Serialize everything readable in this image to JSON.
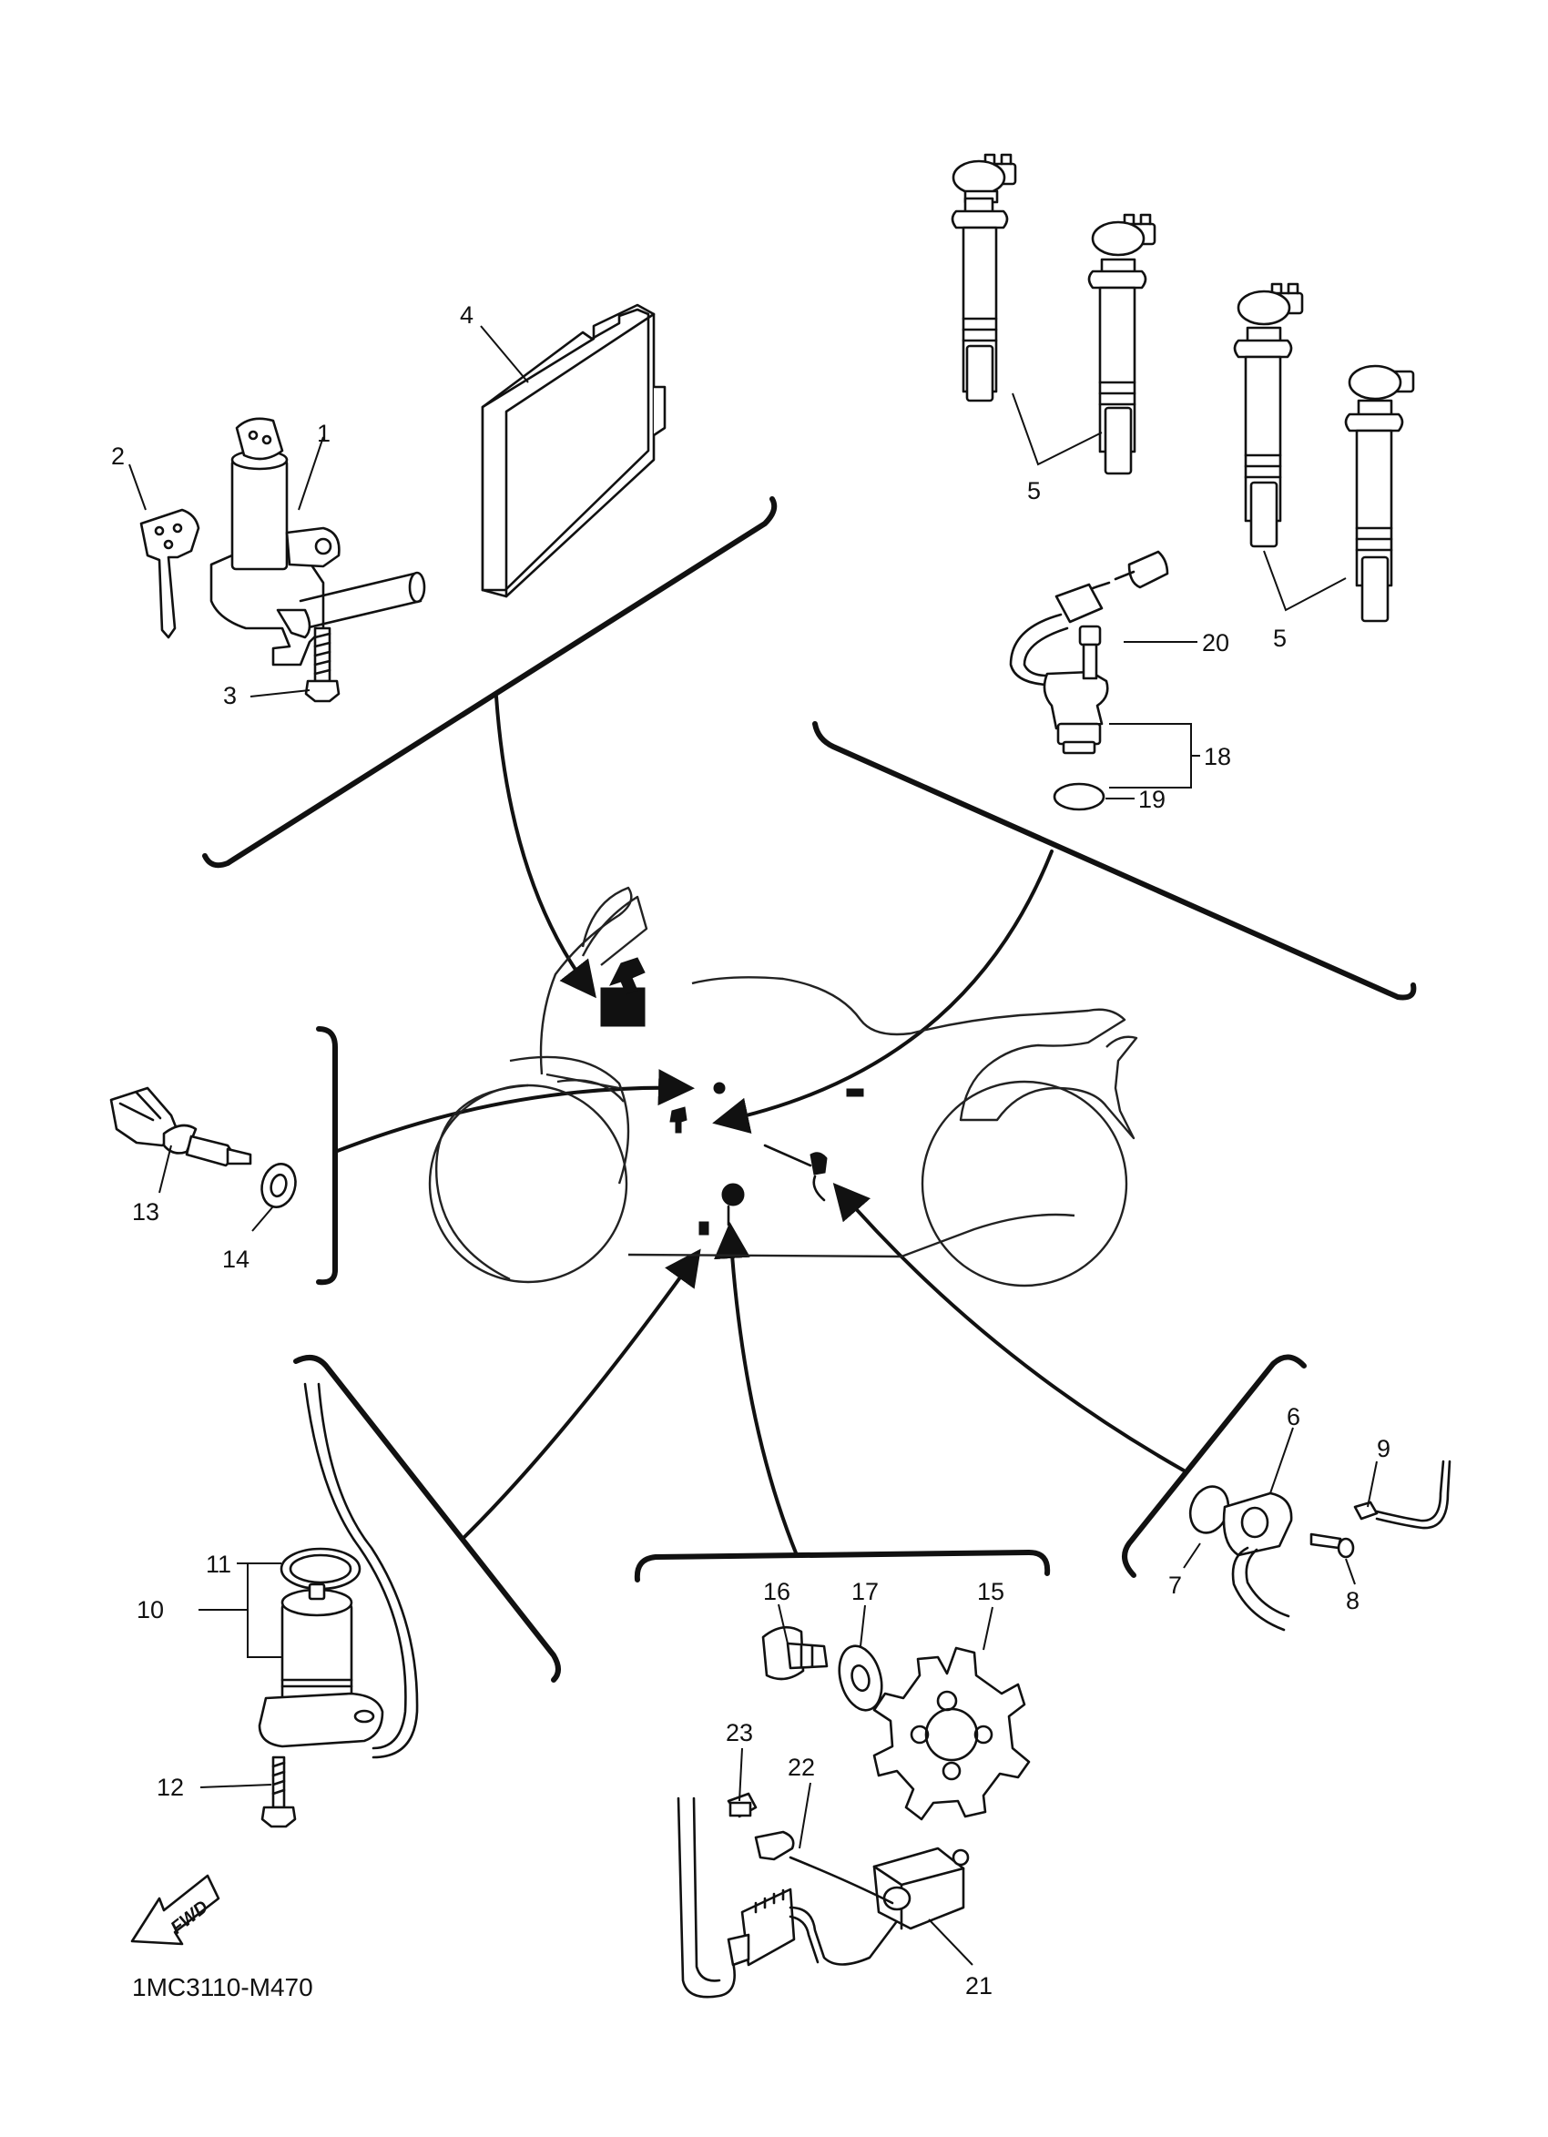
{
  "diagram_code": "1MC3110-M470",
  "fwd_label": "FWD",
  "callouts": [
    {
      "id": "1",
      "text": "1"
    },
    {
      "id": "2",
      "text": "2"
    },
    {
      "id": "3",
      "text": "3"
    },
    {
      "id": "4",
      "text": "4"
    },
    {
      "id": "5a",
      "text": "5"
    },
    {
      "id": "5b",
      "text": "5"
    },
    {
      "id": "6",
      "text": "6"
    },
    {
      "id": "7",
      "text": "7"
    },
    {
      "id": "8",
      "text": "8"
    },
    {
      "id": "9",
      "text": "9"
    },
    {
      "id": "10",
      "text": "10"
    },
    {
      "id": "11",
      "text": "11"
    },
    {
      "id": "12",
      "text": "12"
    },
    {
      "id": "13",
      "text": "13"
    },
    {
      "id": "14",
      "text": "14"
    },
    {
      "id": "15",
      "text": "15"
    },
    {
      "id": "16",
      "text": "16"
    },
    {
      "id": "17",
      "text": "17"
    },
    {
      "id": "18",
      "text": "18"
    },
    {
      "id": "19",
      "text": "19"
    },
    {
      "id": "20",
      "text": "20"
    },
    {
      "id": "21",
      "text": "21"
    },
    {
      "id": "22",
      "text": "22"
    },
    {
      "id": "23",
      "text": "23"
    }
  ]
}
